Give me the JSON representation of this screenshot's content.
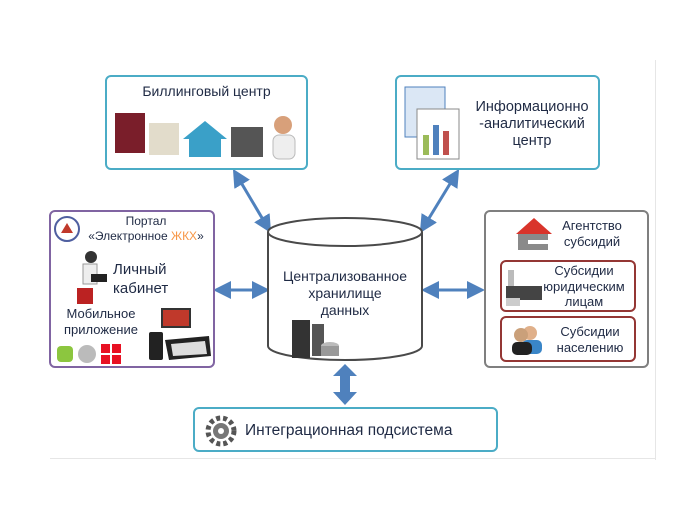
{
  "billing": {
    "title": "Биллинговый центр"
  },
  "info": {
    "title_line1": "Информационно",
    "title_line2": "-аналитический",
    "title_line3": "центр"
  },
  "storage": {
    "line1": "Централизованное",
    "line2": "хранилище",
    "line3": "данных"
  },
  "left": {
    "portal_line1": "Портал",
    "portal_line2_prefix": "«Электронное ",
    "portal_line2_accent": "ЖКХ",
    "portal_line2_suffix": "»",
    "cabinet_line1": "Личный",
    "cabinet_line2": "кабинет",
    "mobile_line1": "Мобильное",
    "mobile_line2": "приложение"
  },
  "right": {
    "agency_line1": "Агентство",
    "agency_line2": "субсидий",
    "legal_line1": "Субсидии",
    "legal_line2": "юридическим",
    "legal_line3": "лицам",
    "population_line1": "Субсидии",
    "population_line2": "населению"
  },
  "integration": {
    "title": "Интеграционная подсистема"
  },
  "colors": {
    "arrow": "#4f81bd",
    "teal": "#4bacc6",
    "purple": "#8064a2",
    "accent": "#f79646",
    "red": "#943634"
  }
}
